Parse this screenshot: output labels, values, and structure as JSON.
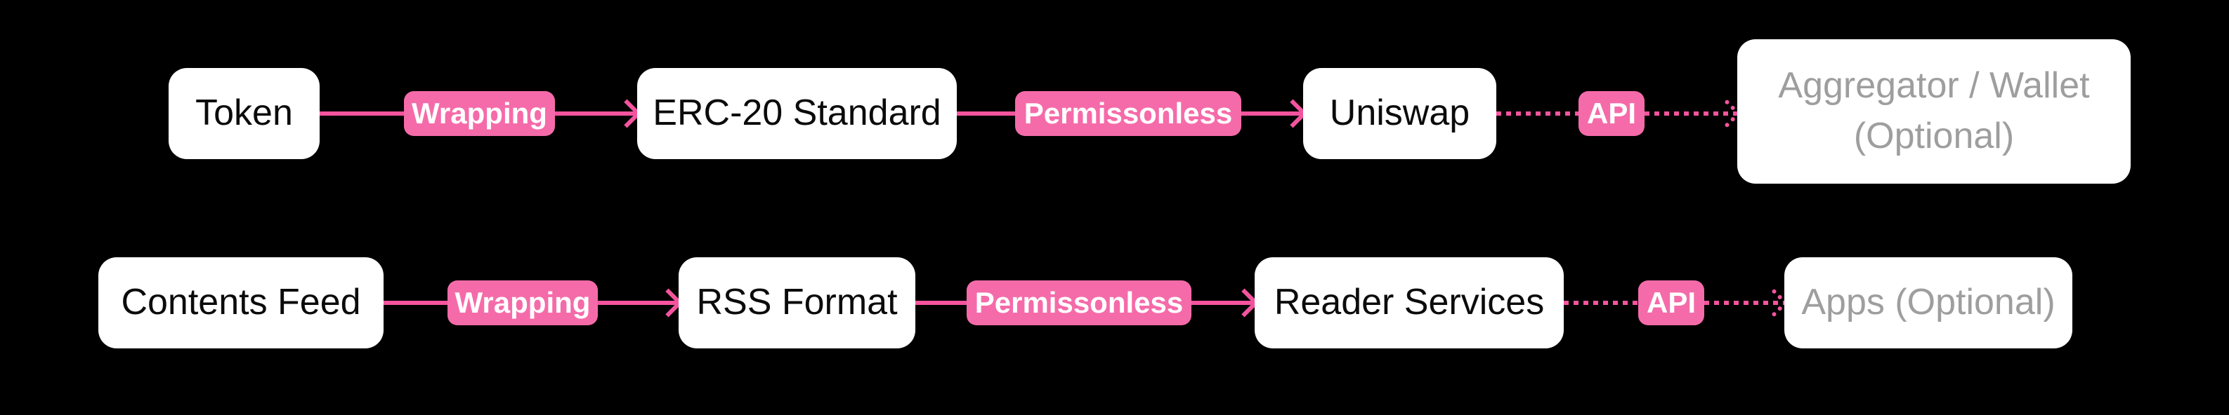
{
  "colors": {
    "background": "#000000",
    "node_bg": "#ffffff",
    "node_text": "#0b0b0b",
    "muted_node_text": "#9e9e9e",
    "edge_line_pink": "#f4549e",
    "edge_label_bg": "#f56ba9",
    "edge_label_text": "#ffffff"
  },
  "row1": {
    "source": "Token",
    "edge1": "Wrapping",
    "standard": "ERC-20 Standard",
    "edge2": "Permissonless",
    "platform": "Uniswap",
    "edge3": "API",
    "consumer": "Aggregator / Wallet (Optional)"
  },
  "row2": {
    "source": "Contents Feed",
    "edge1": "Wrapping",
    "standard": "RSS Format",
    "edge2": "Permissonless",
    "platform": "Reader Services",
    "edge3": "API",
    "consumer": "Apps (Optional)"
  }
}
